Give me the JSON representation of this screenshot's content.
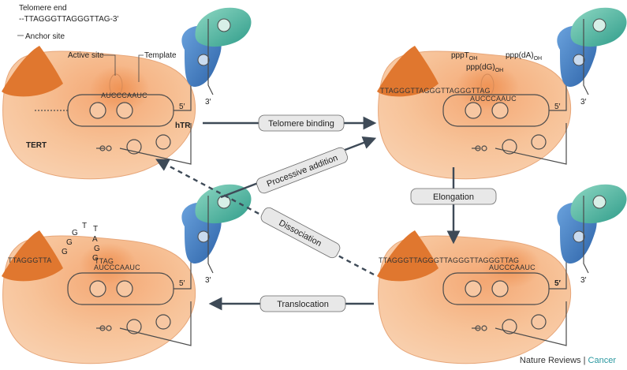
{
  "labels": {
    "telomere_end_title": "Telomere end",
    "telomere_end_seq": "--TTAGGGTTAGGGTTAG-3′",
    "anchor_site": "Anchor site",
    "active_site": "Active site",
    "template": "Template",
    "htr": "hTR",
    "tert": "TERT",
    "five_prime": "5′",
    "three_prime": "3′"
  },
  "template_rna": "AUCCCAAUC",
  "panels": {
    "tl": {
      "dna": ""
    },
    "tr": {
      "dna": "TTAGGGTTAGGGTTAGGGTTAG",
      "ntp_1": "pppT",
      "ntp_1_sub": "OH",
      "ntp_2": "ppp(dA)",
      "ntp_2_sub": "OH",
      "ntp_3": "ppp(dG)",
      "ntp_3_sub": "OH"
    },
    "br": {
      "dna": "TTAGGGTTAGGGTTAGGGTTAGGGTTAG"
    },
    "bl": {
      "dna": "TTAGGGTTA",
      "paired": "TTAG",
      "loop": [
        "G",
        "G",
        "G",
        "T",
        "T",
        "A",
        "G",
        "G"
      ]
    }
  },
  "steps": {
    "telomere_binding": "Telomere binding",
    "elongation": "Elongation",
    "processive_addition": "Processive addition",
    "dissociation": "Dissociation",
    "translocation": "Translocation"
  },
  "credit": {
    "journal": "Nature Reviews",
    "separator": "|",
    "section": "Cancer"
  },
  "colors": {
    "tert_body": "#f6bb8c",
    "tert_glow": "#ef9a5c",
    "anchor": "#e0772f",
    "blue_domain": "#3f7fc4",
    "teal_domain": "#5fbfa6",
    "arrow": "#3e4a57",
    "step_box": "#e8e8e8"
  }
}
